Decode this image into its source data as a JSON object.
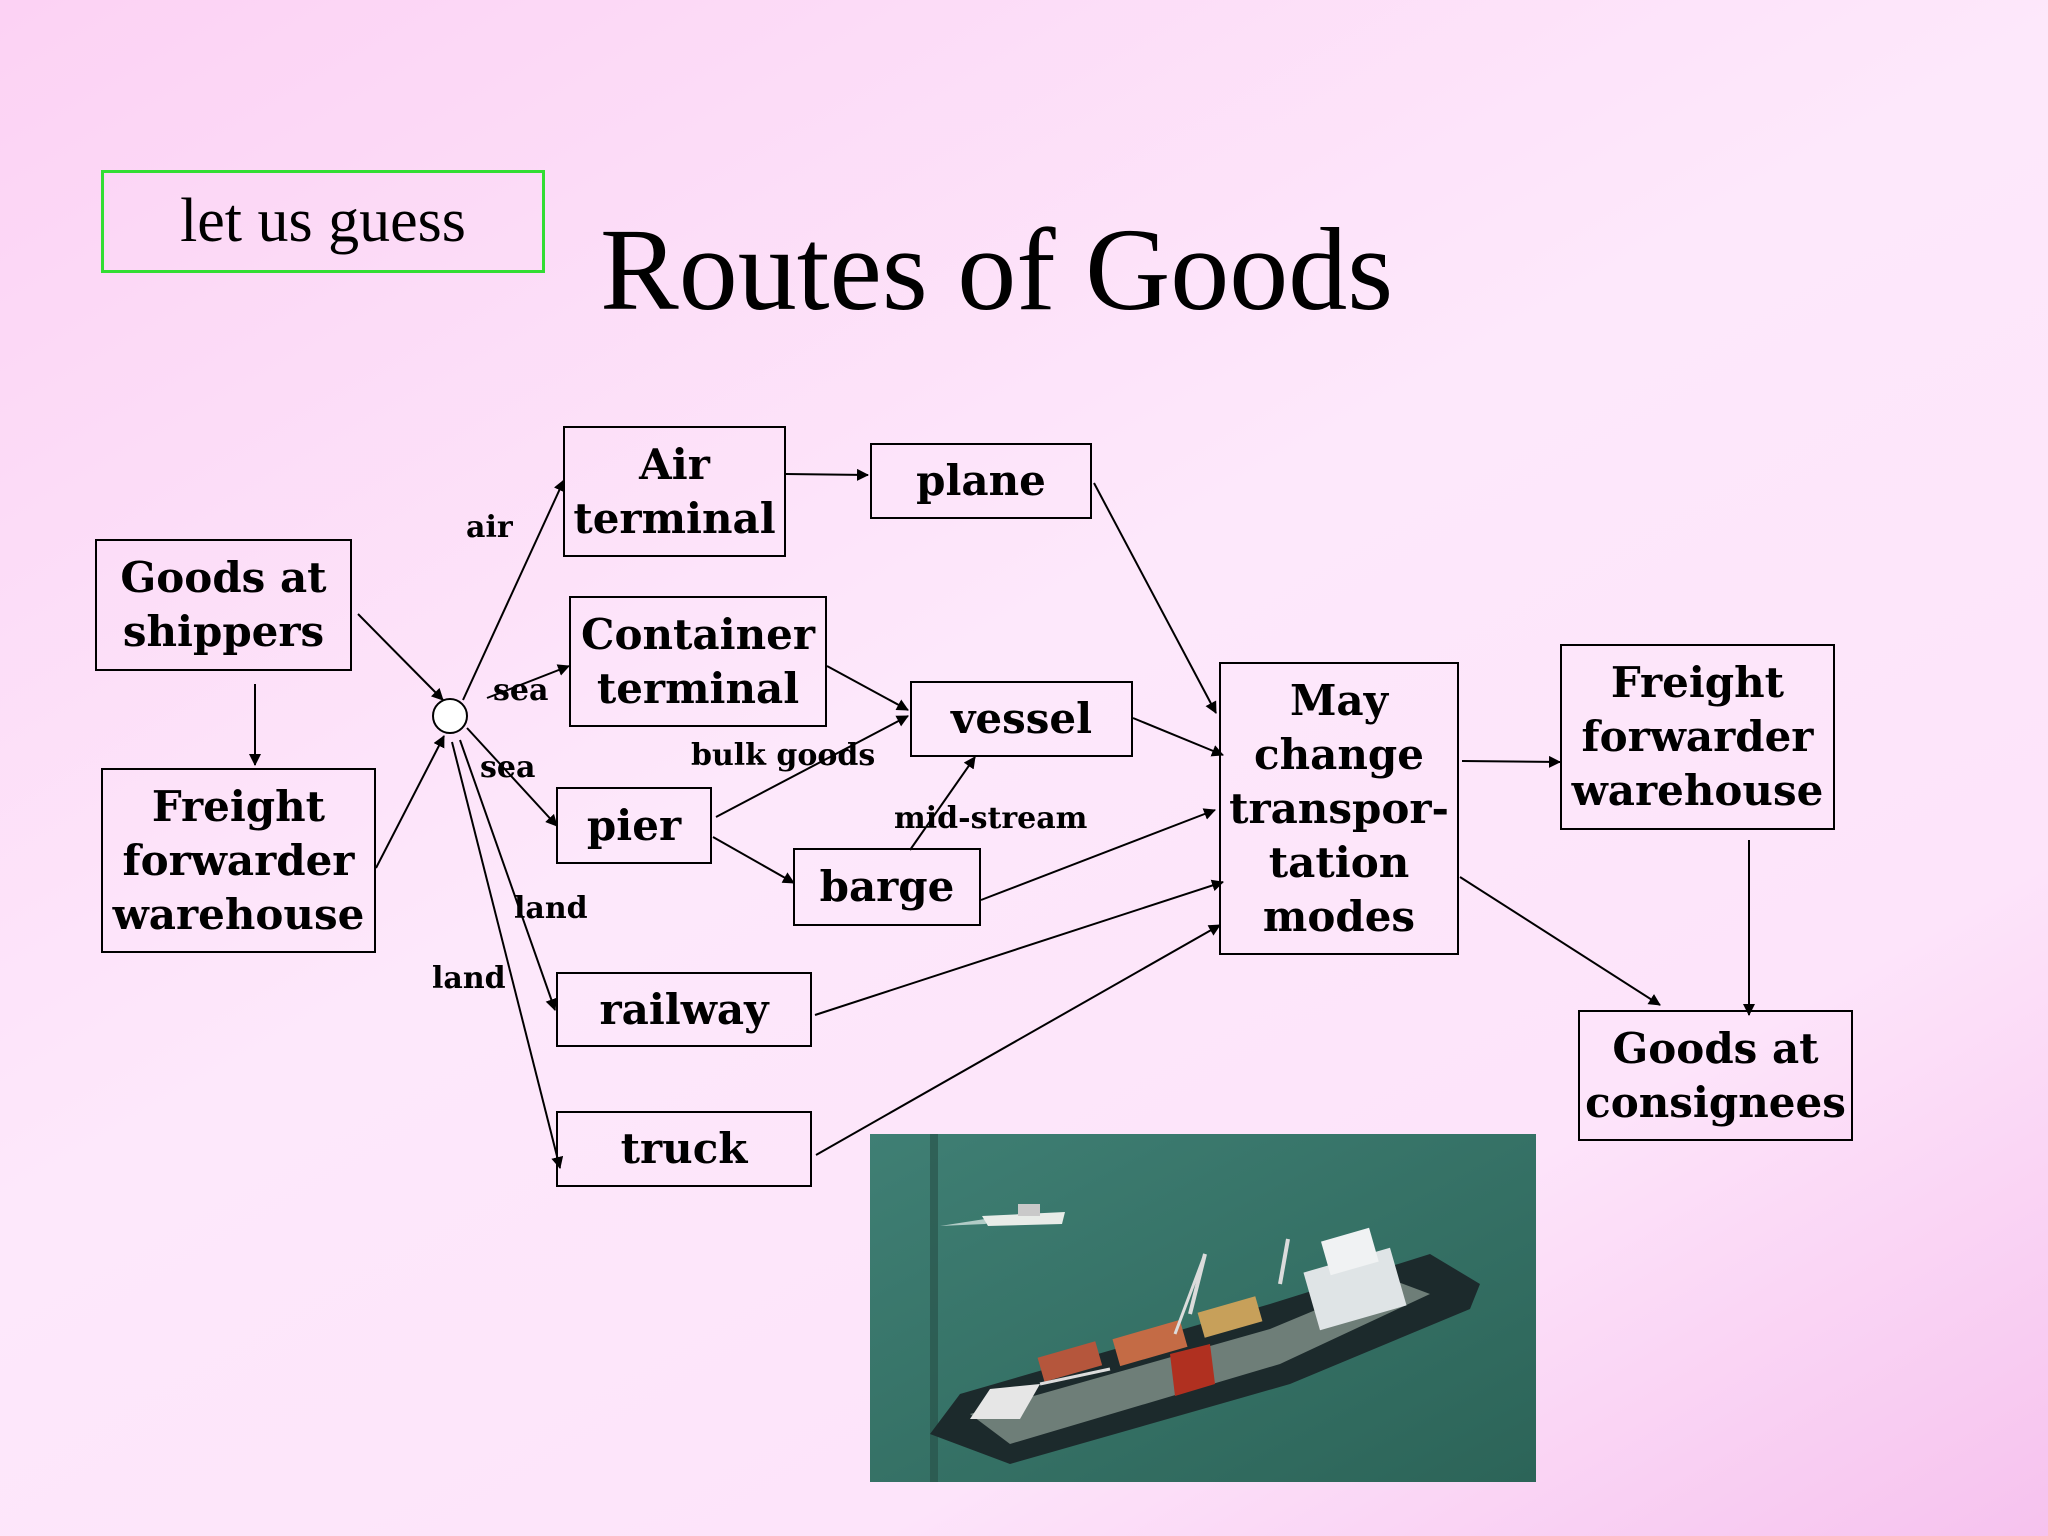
{
  "header": {
    "guess_label": "let us guess",
    "title": "Routes of Goods"
  },
  "nodes": {
    "goods_at_shippers": "Goods at\nshippers",
    "freight_forwarder_left": "Freight\nforwarder\nwarehouse",
    "air_terminal": "Air\nterminal",
    "container_terminal": "Container\nterminal",
    "pier": "pier",
    "railway": "railway",
    "truck": "truck",
    "plane": "plane",
    "vessel": "vessel",
    "barge": "barge",
    "may_change": "May\nchange\ntranspor-\ntation\nmodes",
    "freight_forwarder_right": "Freight\nforwarder\nwarehouse",
    "goods_at_consignees": "Goods at\nconsignees"
  },
  "edge_labels": {
    "air": "air",
    "sea_1": "sea",
    "sea_2": "sea",
    "land_1": "land",
    "land_2": "land",
    "bulk_goods": "bulk goods",
    "mid_stream": "mid-stream"
  },
  "colors": {
    "guess_border": "#33dd33",
    "background_start": "#fcd2f4",
    "background_end": "#f6c2ee",
    "line": "#000000"
  }
}
